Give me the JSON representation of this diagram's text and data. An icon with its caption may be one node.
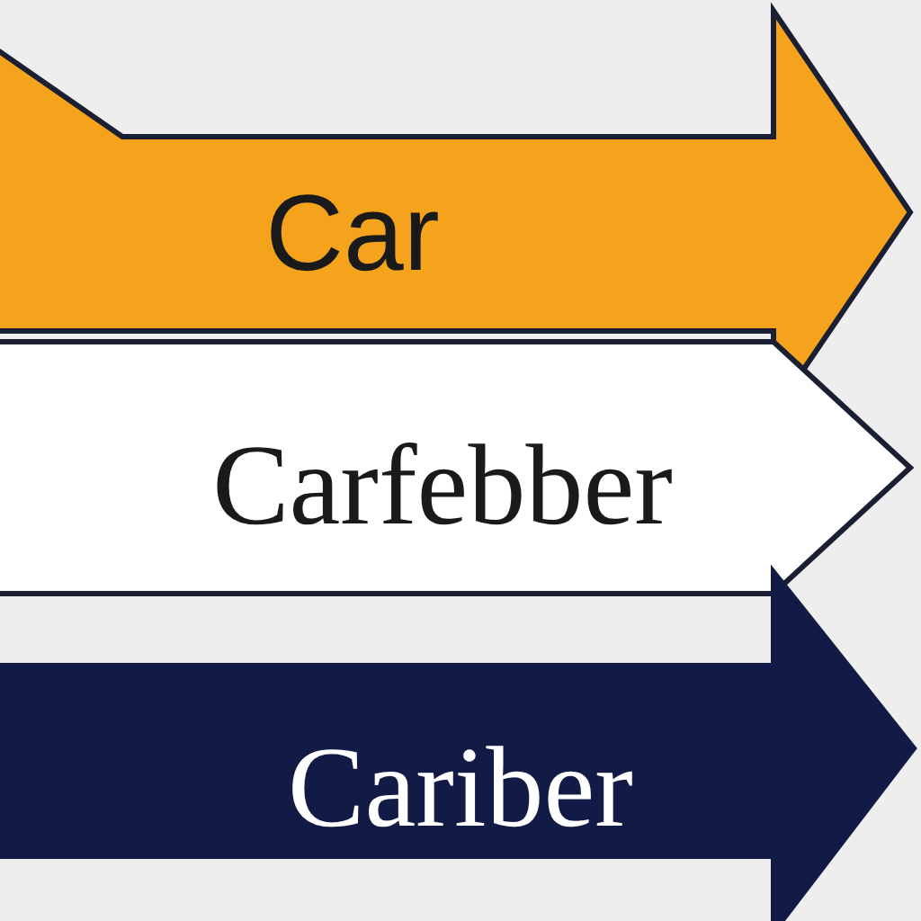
{
  "diagram": {
    "nodes": [
      {
        "text": [
          "Car"
        ]
      },
      {
        "text": [
          "Carfebber"
        ]
      },
      {
        "text": [
          "Cariber"
        ]
      }
    ]
  }
}
